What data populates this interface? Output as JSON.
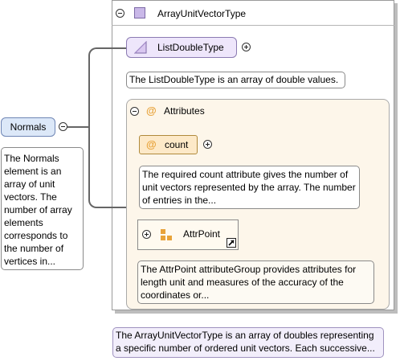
{
  "type_box": {
    "name": "ArrayUnitVectorType",
    "documentation": "The ArrayUnitVectorType is an array of doubles representing a specific number of ordered unit vectors. Each successive..."
  },
  "root_element": {
    "name": "Normals",
    "documentation": "The Normals element is an array of unit vectors. The number of array elements corresponds to the number of vertices in..."
  },
  "sequence_child": {
    "name": "ListDoubleType",
    "documentation": "The ListDoubleType is an array of double values."
  },
  "attributes_group": {
    "label": "Attributes",
    "at_symbol": "@"
  },
  "attribute_count": {
    "at_symbol": "@",
    "name": "count",
    "documentation": "The required count attribute gives the number of unit vectors represented by the array. The number of entries in the..."
  },
  "attribute_group_ref": {
    "name": "AttrPoint",
    "documentation": "The AttrPoint attributeGroup provides attributes for length unit and measures of the accuracy of the coordinates or..."
  },
  "colors": {
    "type_square": "#c9b8e8",
    "element_blue": "#dce8f8",
    "attribute_orange": "#e8a33a",
    "attributes_bg": "#fdf6ea",
    "doc_lilac": "#f2eefb"
  },
  "icons": {
    "type_icon": "lilac-square-icon",
    "list_icon": "triangle-list-icon",
    "attribute_icon": "at-sign-icon",
    "attrgroup_icon": "attribute-group-squares-icon",
    "reference_icon": "reference-arrow-icon"
  }
}
